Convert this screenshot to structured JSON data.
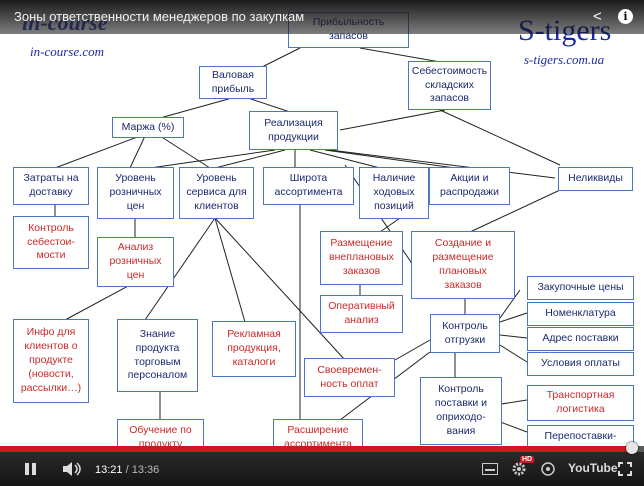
{
  "player": {
    "title": "Зоны ответственности менеджеров по закупкам",
    "current_time": "13:21",
    "separator": " / ",
    "duration": "13:36",
    "progress_fraction": 0.982,
    "hd_badge": "HD",
    "youtube_logo": "YouTube",
    "icons": [
      "share-icon",
      "info-icon",
      "play-icon",
      "volume-icon",
      "captions-icon",
      "settings-icon",
      "watch-later-icon",
      "youtube-logo",
      "fullscreen-icon"
    ]
  },
  "watermarks": {
    "left_title": "in-course",
    "left_url": "in-course.com",
    "right_title": "S-tigers",
    "right_url": "s-tigers.com.ua"
  },
  "colors": {
    "box_border": "#4a76c4",
    "text_blue": "#1c2a6e",
    "text_red": "#cc2a2a",
    "progress": "#cc181e",
    "line": "#222222"
  },
  "diagram": {
    "nodes": {
      "profitability": "Прибыльность\nзапасов",
      "gross_profit": "Валовая\nприбыль",
      "warehouse_cost": "Себестоимость\nскладских\nзапасов",
      "margin": "Маржа (%)",
      "sales": "Реализация\nпродукции",
      "delivery_cost": "Затраты на\nдоставку",
      "retail_price": "Уровень\nрозничных\nцен",
      "service_level": "Уровень\nсервиса для\nклиентов",
      "assortment_width": "Широта\nассортимента",
      "liquid_positions": "Наличие\nходовых\nпозиций",
      "promotions": "Акции и\nраспродажи",
      "illiquid": "Неликвиды",
      "cost_control": "Контроль\nсебестои-\nмости",
      "retail_analysis": "Анализ\nрозничных\nцен",
      "unplanned_orders": "Размещение\nвнеплановых\nзаказов",
      "planned_orders": "Создание и\nразмещение\nплановых\nзаказов",
      "purchase_prices": "Закупочные цены",
      "operative_analysis": "Оперативный\nанализ",
      "nomenclature": "Номенклатура",
      "shipping_control": "Контроль\nотгрузки",
      "delivery_address": "Адрес поставки",
      "client_info": "Инфо для\nклиентов о\nпродукте\n(новости,\nрассылки…)",
      "staff_knowledge": "Знание\nпродукта\nторговым\nперсоналом",
      "ad_materials": "Рекламная\nпродукция,\nкаталоги",
      "timely_payment": "Своевремен-\nность оплат",
      "payment_terms": "Условия оплаты",
      "delivery_control": "Контроль\nпоставки и\nоприходо-\nвания",
      "transport_logistics": "Транспортная\nлогистика",
      "training": "Обучение по\nпродукту",
      "assortment_expansion": "Расширение\nассортимента",
      "resupply": "Перепоставки-"
    }
  }
}
